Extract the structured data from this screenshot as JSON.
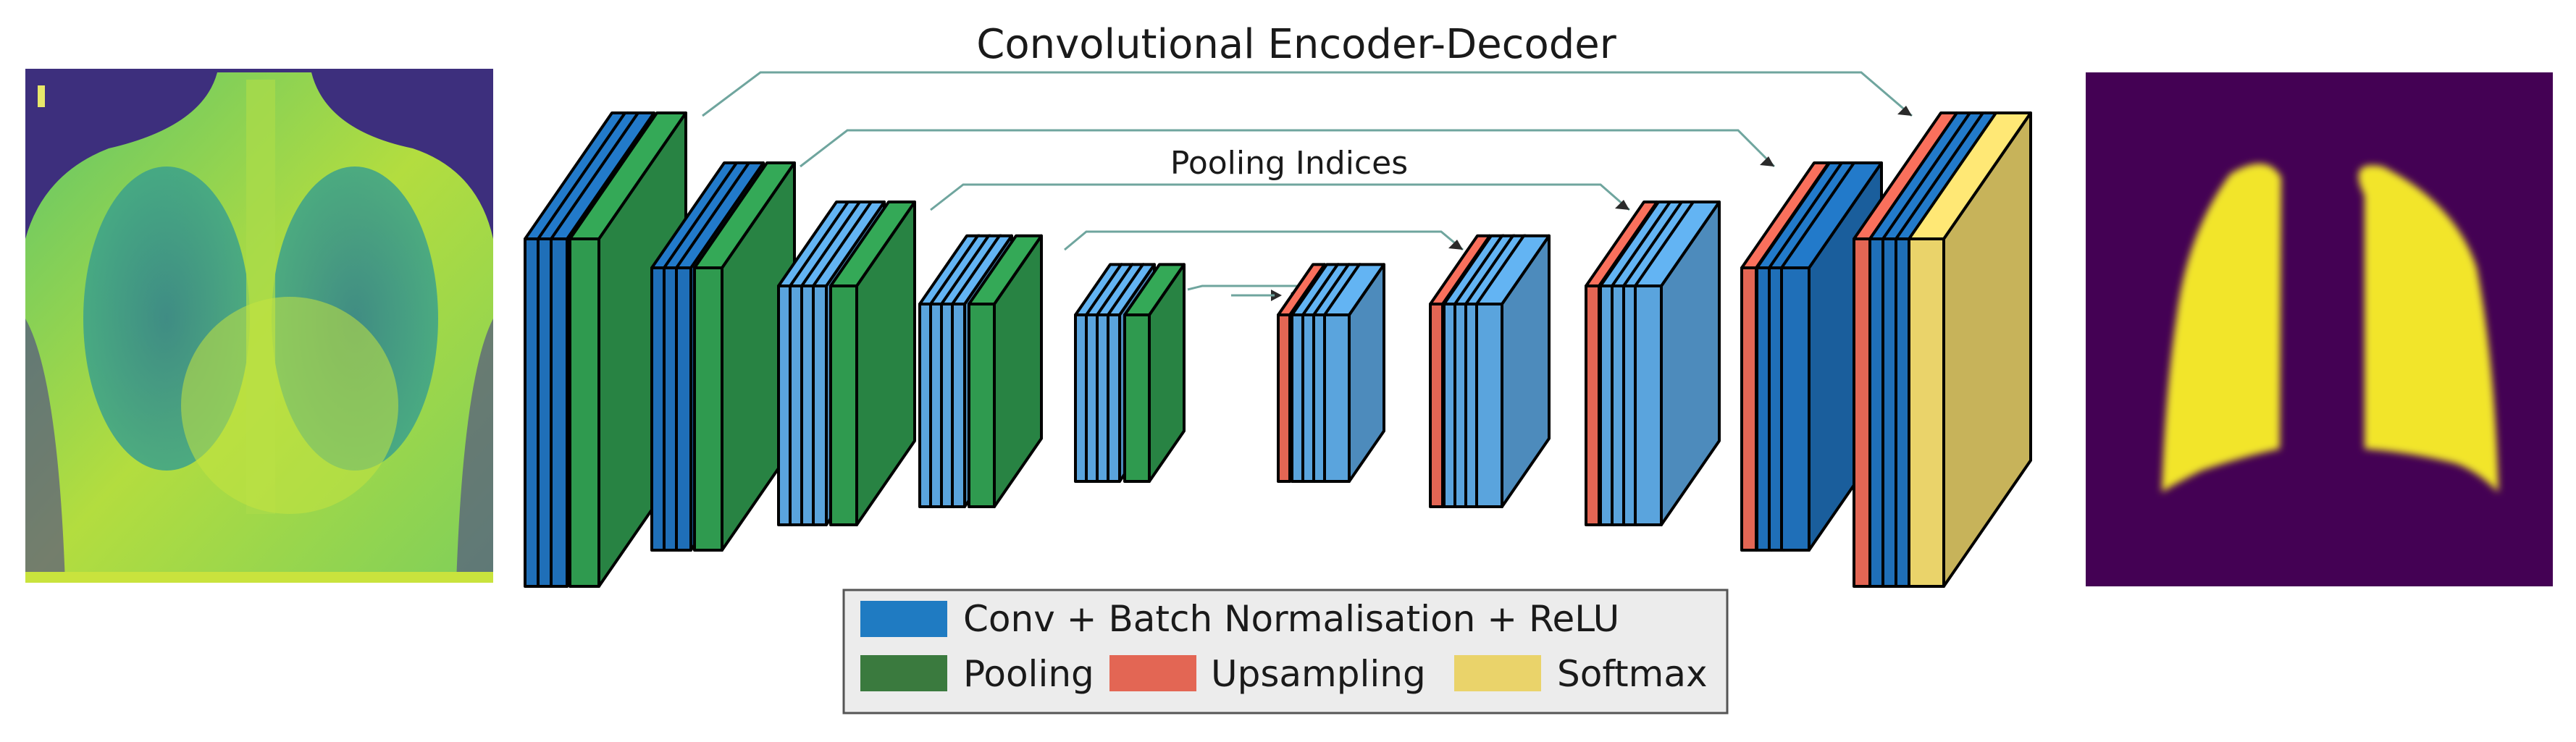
{
  "title": "Convolutional Encoder-Decoder",
  "skip_label": "Pooling Indices",
  "legend": {
    "conv": "Conv + Batch Normalisation + ReLU",
    "pooling": "Pooling",
    "upsampling": "Upsampling",
    "softmax": "Softmax"
  },
  "colors": {
    "conv": "#1f6fb8",
    "conv_light": "#5aa4dd",
    "pooling": "#2f9a4f",
    "pooling_legend": "#3a7a3e",
    "upsampling": "#e36654",
    "softmax": "#ead36a",
    "skip_line": "#6fa59e",
    "xray_dark": "#440154",
    "mask_fg": "#f2e52a",
    "mask_bg": "#440154"
  },
  "encoder_blocks": [
    {
      "layers": [
        "conv",
        "conv",
        "conv",
        "pooling"
      ]
    },
    {
      "layers": [
        "conv",
        "conv",
        "conv",
        "pooling"
      ]
    },
    {
      "layers": [
        "conv",
        "conv",
        "conv",
        "conv",
        "pooling"
      ]
    },
    {
      "layers": [
        "conv",
        "conv",
        "conv",
        "conv",
        "pooling"
      ]
    },
    {
      "layers": [
        "conv",
        "conv",
        "conv",
        "conv",
        "pooling"
      ]
    }
  ],
  "decoder_blocks": [
    {
      "layers": [
        "upsampling",
        "conv",
        "conv",
        "conv",
        "conv"
      ]
    },
    {
      "layers": [
        "upsampling",
        "conv",
        "conv",
        "conv",
        "conv"
      ]
    },
    {
      "layers": [
        "upsampling",
        "conv",
        "conv",
        "conv",
        "conv"
      ]
    },
    {
      "layers": [
        "upsampling",
        "conv",
        "conv",
        "conv"
      ]
    },
    {
      "layers": [
        "upsampling",
        "conv",
        "conv",
        "conv",
        "softmax"
      ]
    }
  ],
  "input_image": "chest-xray",
  "output_image": "lung-segmentation-mask"
}
